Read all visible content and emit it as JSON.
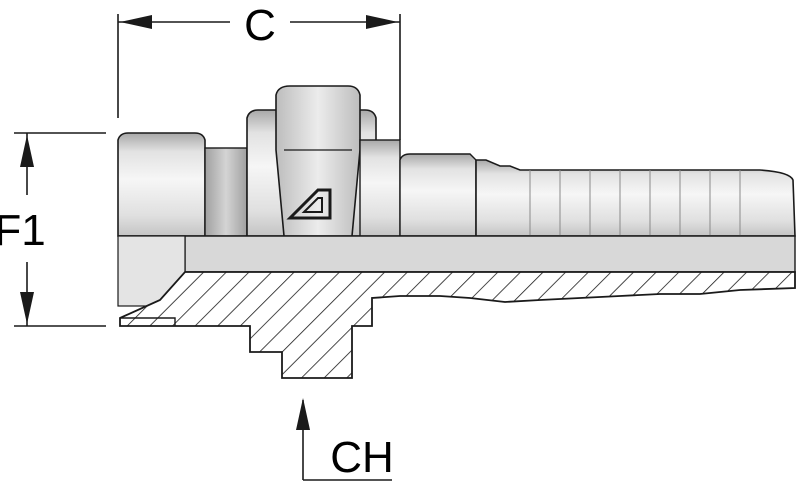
{
  "labels": {
    "length": "C",
    "thread": "F1",
    "hex": "CH"
  },
  "logo": {
    "mark": "brand-logo-icon"
  },
  "colors": {
    "body_light": "#e6e6e6",
    "body_mid": "#c8c8c8",
    "body_dark": "#9a9a9a",
    "outline": "#1a1a1a",
    "section_fill": "#ffffff"
  }
}
